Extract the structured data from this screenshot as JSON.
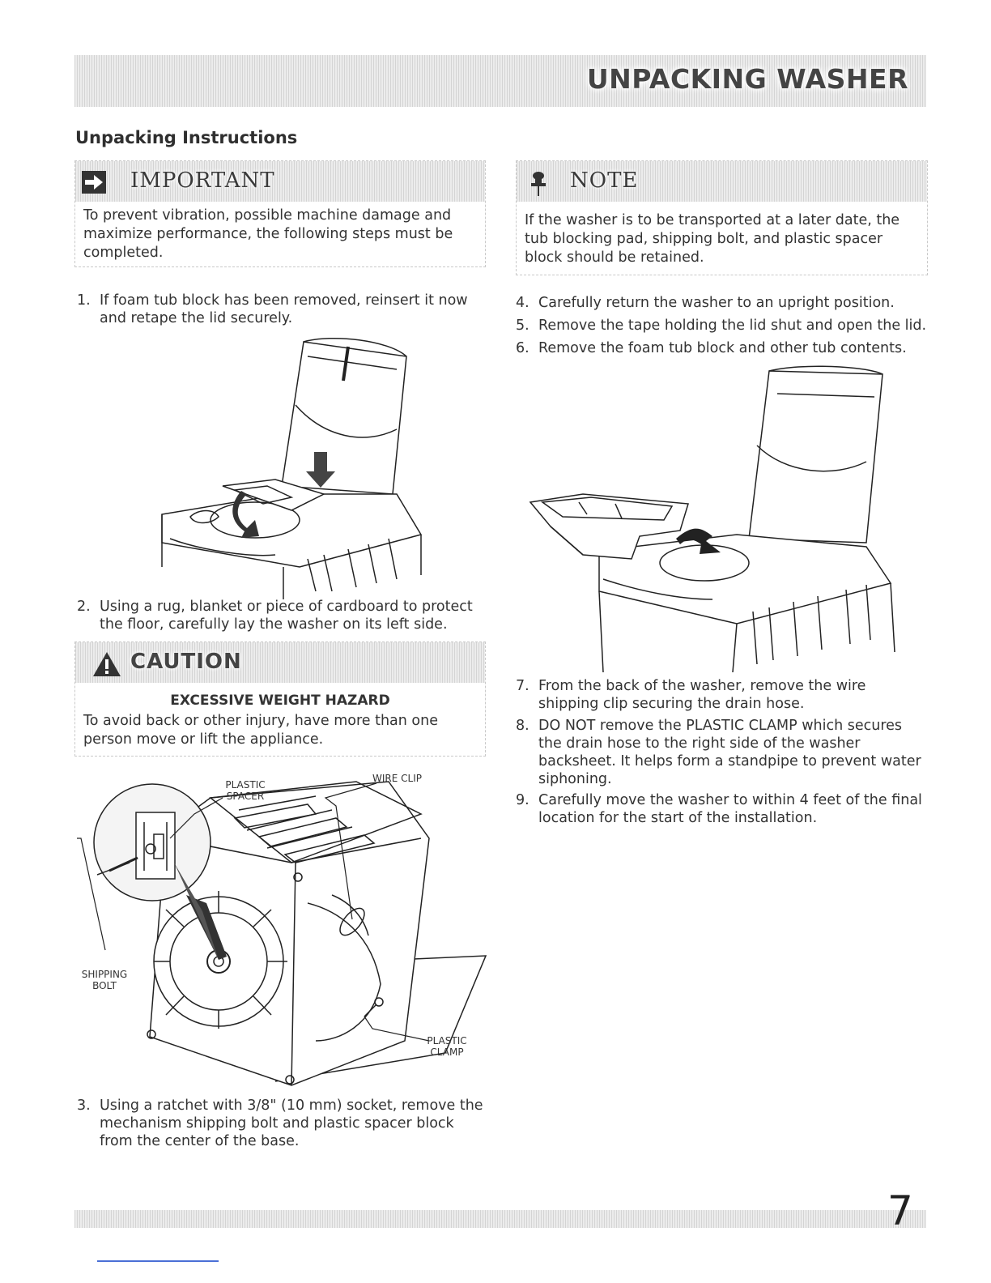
{
  "header": {
    "title": "UNPACKING WASHER"
  },
  "section_title": "Unpacking Instructions",
  "important": {
    "label": "IMPORTANT",
    "icon": "arrow-right-icon",
    "text": "To prevent vibration, possible machine damage and maximize performance, the following steps must be completed."
  },
  "note": {
    "label": "NOTE",
    "icon": "pushpin-icon",
    "text": "If the washer is to be transported at a later date, the tub blocking pad, shipping bolt, and plastic spacer block should be retained."
  },
  "caution": {
    "label": "CAUTION",
    "icon": "warning-icon",
    "hazard": "EXCESSIVE WEIGHT HAZARD",
    "text": "To avoid back or other injury, have more than one person move or lift the appliance."
  },
  "steps": [
    {
      "num": "1.",
      "text": "If foam tub block has been removed, reinsert it now and retape the lid securely."
    },
    {
      "num": "2.",
      "text": "Using a rug, blanket or piece of cardboard to protect the floor, carefully lay the washer on its left side."
    },
    {
      "num": "3.",
      "text": "Using a ratchet with 3/8\" (10 mm) socket, remove the mechanism shipping bolt and plastic spacer block from the center of the base."
    },
    {
      "num": "4.",
      "text": "Carefully return the washer to an upright position."
    },
    {
      "num": "5.",
      "text": "Remove the tape holding the lid shut and open the lid."
    },
    {
      "num": "6.",
      "text": "Remove the foam tub block and other tub contents."
    },
    {
      "num": "7.",
      "text": "From the back of the washer, remove the wire shipping clip securing the drain hose."
    },
    {
      "num": "8.",
      "text": "DO NOT remove the PLASTIC CLAMP which secures the drain hose to the right side of the washer backsheet. It helps form a standpipe to prevent water siphoning."
    },
    {
      "num": "9.",
      "text": "Carefully move the washer to within 4 feet of the final location for the start of the installation."
    }
  ],
  "diagram_labels": {
    "plastic_spacer_1": "PLASTIC",
    "plastic_spacer_2": "SPACER",
    "wire_clip": "WIRE CLIP",
    "shipping_bolt_1": "SHIPPING",
    "shipping_bolt_2": "BOLT",
    "plastic_clamp_1": "PLASTIC",
    "plastic_clamp_2": "CLAMP"
  },
  "footer": {
    "page_number": "7"
  }
}
